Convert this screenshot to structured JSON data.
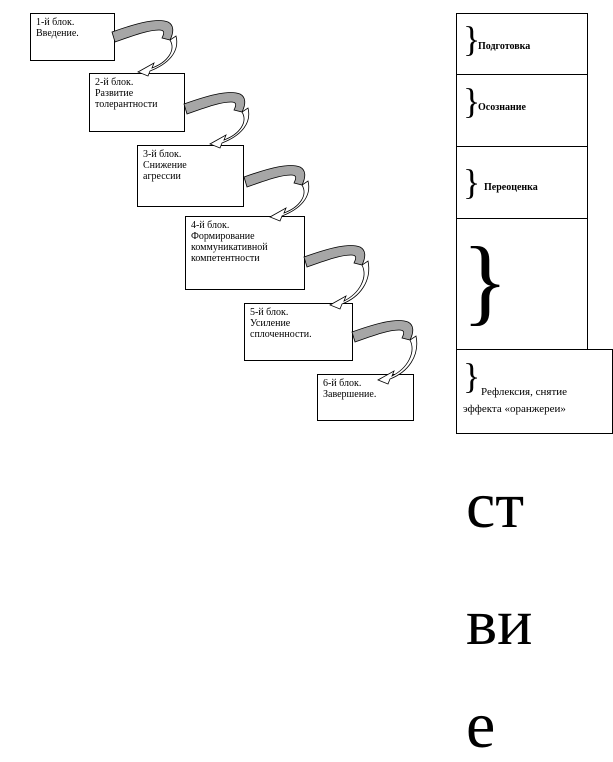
{
  "blocks": [
    {
      "title": "1-й блок.",
      "desc": "Введение."
    },
    {
      "title": "2-й блок.",
      "desc": "Развитие\nтолерантности"
    },
    {
      "title": "3-й блок.",
      "desc": "Снижение\nагрессии"
    },
    {
      "title": "4-й блок.",
      "desc": "Формирование\nкоммуникативной\nкомпетентности"
    },
    {
      "title": "5-й блок.",
      "desc": "Усиление\nсплоченности."
    },
    {
      "title": "6-й блок.",
      "desc": "Завершение."
    }
  ],
  "stages": [
    {
      "brace": "}",
      "label": "Подготовка"
    },
    {
      "brace": "}",
      "label": "Осознание"
    },
    {
      "brace": "}",
      "label": "Переоценка"
    },
    {
      "brace": "}",
      "label": ""
    },
    {
      "brace": "}",
      "label": "Рефлексия, снятие эффекта «оранжереи»"
    }
  ],
  "fragment_lines": [
    "ст",
    "ви",
    "е"
  ],
  "colors": {
    "arrow_fill": "#a6a6a6",
    "arrow_stroke": "#000000",
    "border": "#000000"
  }
}
